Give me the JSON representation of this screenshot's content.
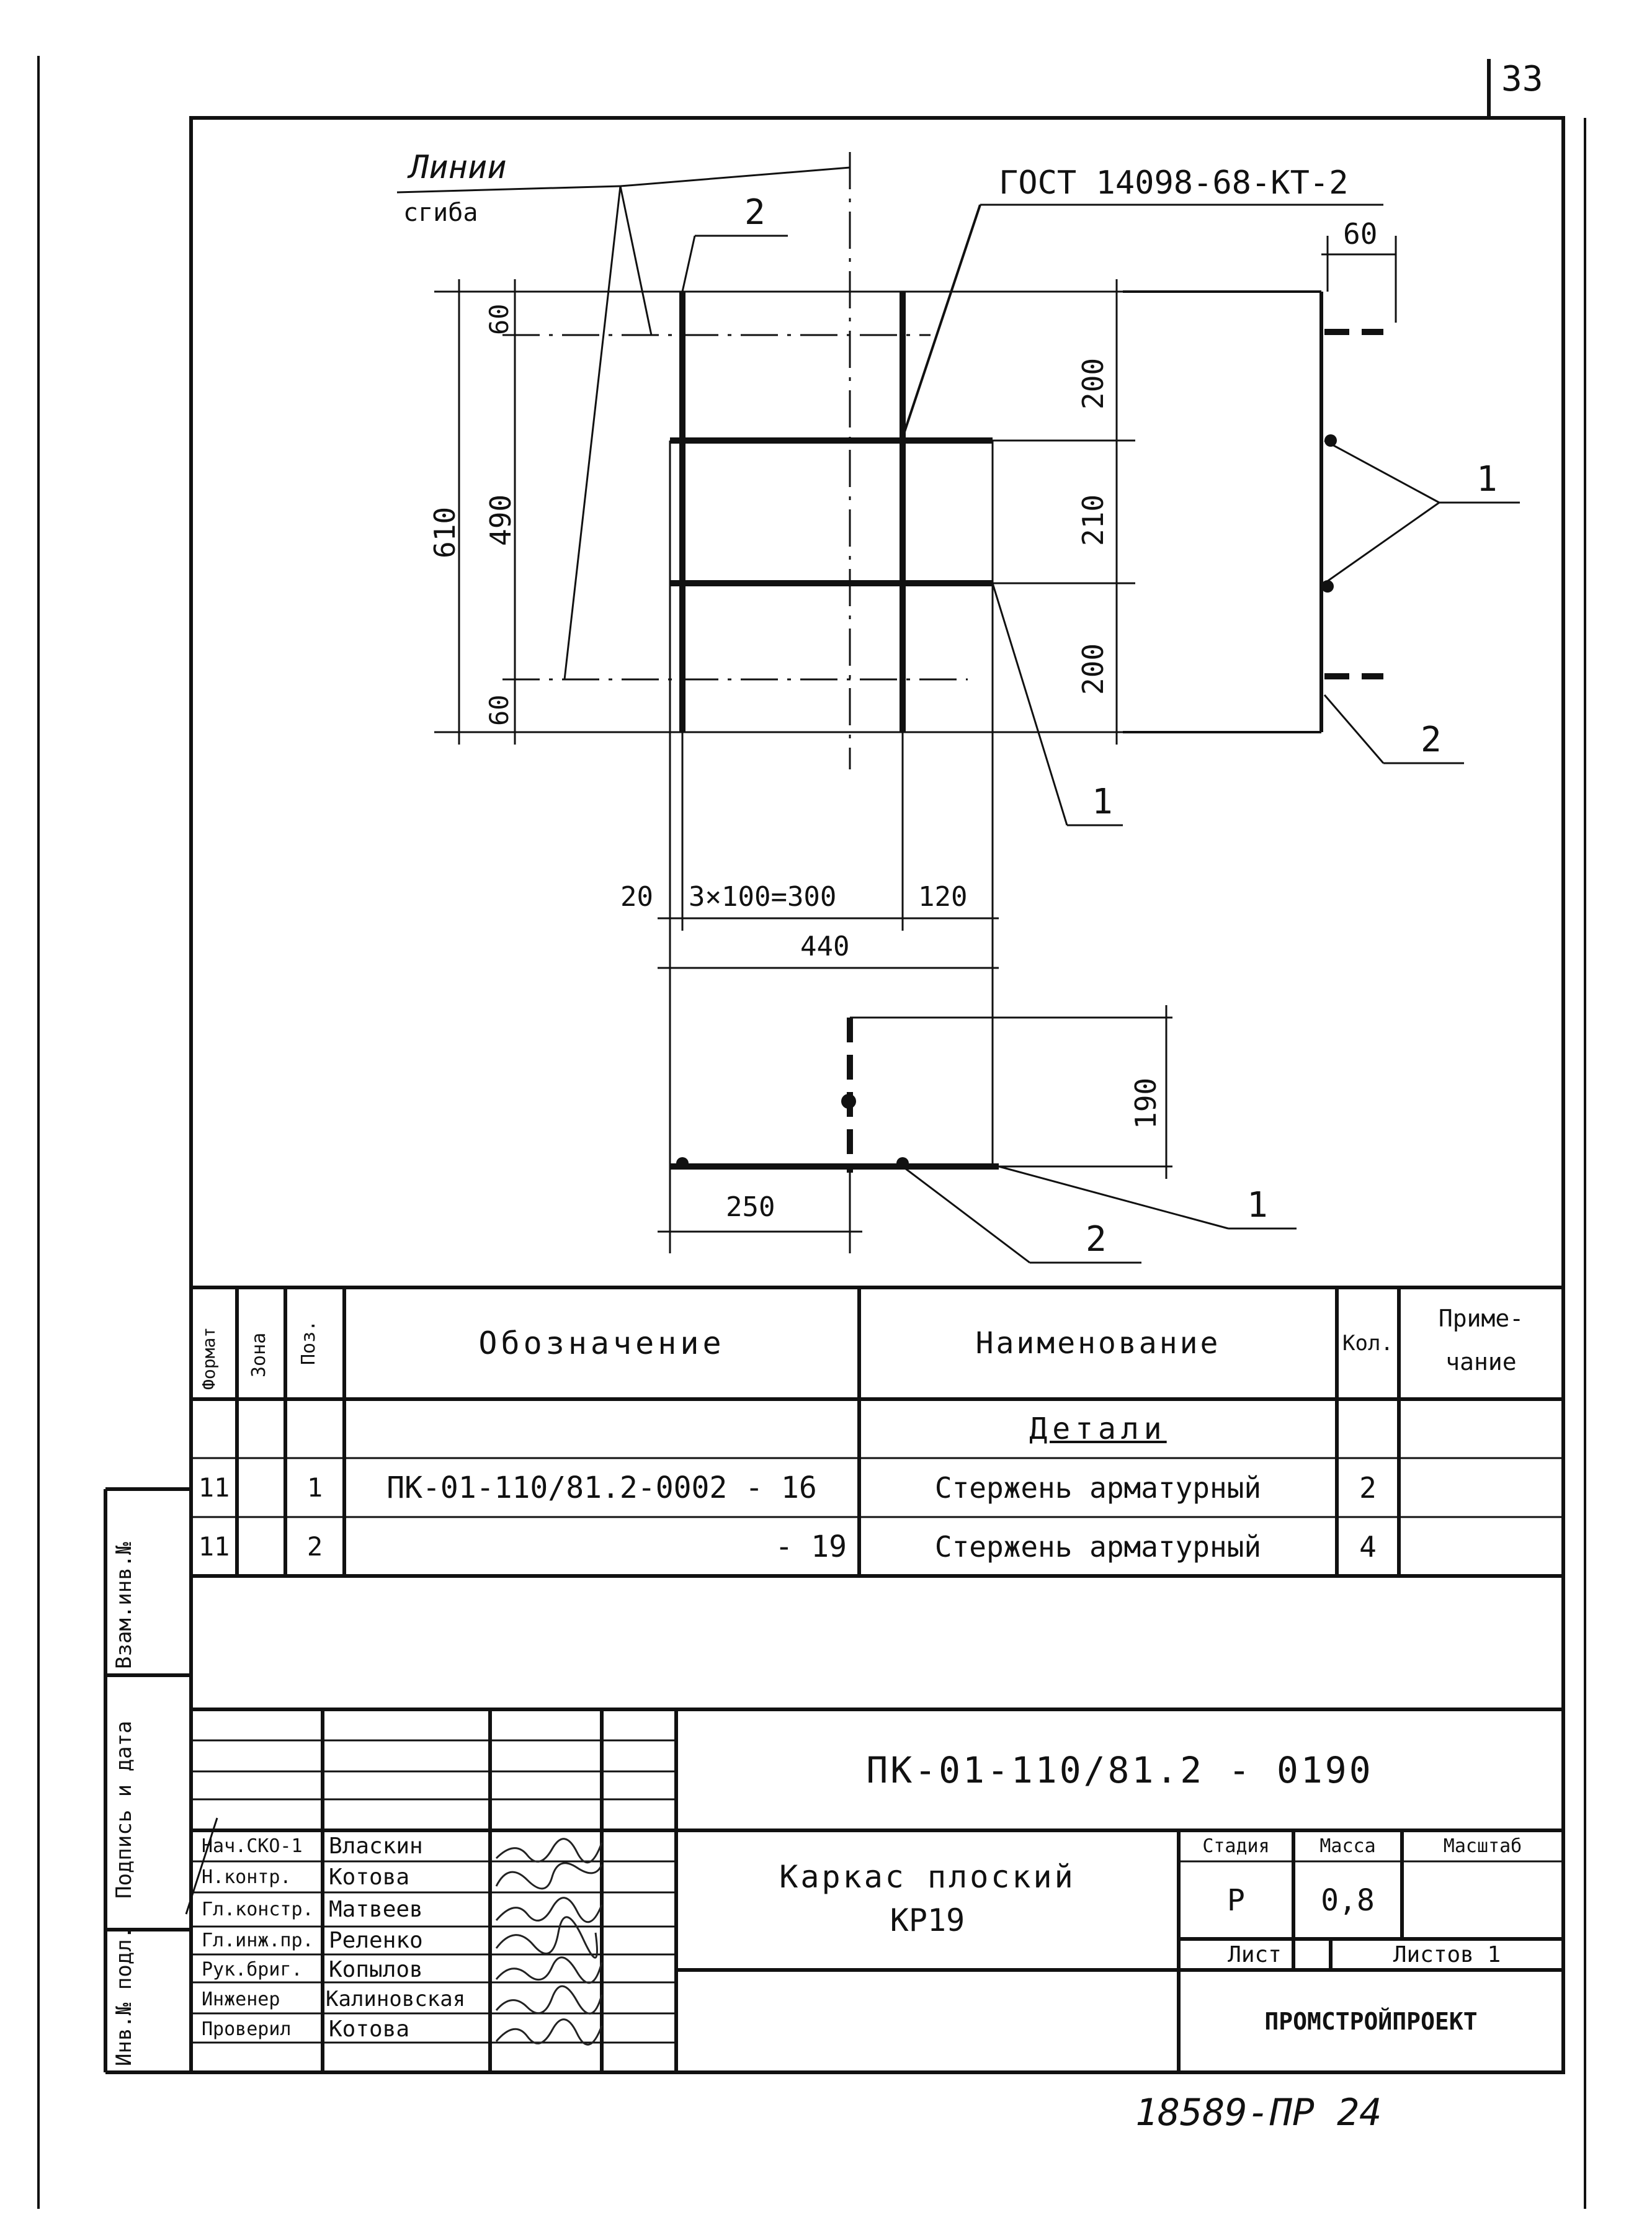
{
  "page_number": "33",
  "drawing": {
    "bend_lines_label_1": "Линии",
    "bend_lines_label_2": "сгиба",
    "gost_label": "ГОСТ 14098-68-КТ-2",
    "dims": {
      "d60_top_right": "60",
      "d200_a": "200",
      "d210": "210",
      "d200_b": "200",
      "d610": "610",
      "d490": "490",
      "d60_left_top": "60",
      "d60_left_bottom": "60",
      "d20": "20",
      "d300": "3×100=300",
      "d120": "120",
      "d440": "440",
      "d190": "190",
      "d250": "250"
    },
    "callouts": {
      "c2_top": "2",
      "c1_right": "1",
      "c2_right": "2",
      "c1_mid": "1",
      "c1_bottom": "1",
      "c2_bottom": "2"
    }
  },
  "spec_table": {
    "headers": {
      "format": "Формат",
      "zone": "Зона",
      "pos": "Поз.",
      "designation": "Обозначение",
      "name": "Наименование",
      "qty": "Кол.",
      "note_1": "Приме-",
      "note_2": "чание"
    },
    "section_title": "Детали",
    "rows": [
      {
        "format": "11",
        "zone": "",
        "pos": "1",
        "designation": "ПК-01-110/81.2-0002 - 16",
        "name": "Стержень арматурный",
        "qty": "2",
        "note": ""
      },
      {
        "format": "11",
        "zone": "",
        "pos": "2",
        "designation": "- 19",
        "name": "Стержень арматурный",
        "qty": "4",
        "note": ""
      }
    ]
  },
  "left_margin": {
    "vzam": "Взам.инв.№",
    "podpis": "Подпись и дата",
    "inv": "Инв.№ подл."
  },
  "title_block": {
    "doc_code": "ПК-01-110/81.2 - 0190",
    "title_1": "Каркас плоский",
    "title_2": "КР19",
    "stage_label": "Стадия",
    "mass_label": "Масса",
    "scale_label": "Масштаб",
    "stage_value": "Р",
    "mass_value": "0,8",
    "sheet_label": "Лист",
    "sheets_label": "Листов 1",
    "org": "ПРОМСТРОЙПРОЕКТ",
    "signers": [
      {
        "role": "Нач.СКО-1",
        "name": "Власкин"
      },
      {
        "role": "Н.контр.",
        "name": "Котова"
      },
      {
        "role": "Гл.констр.",
        "name": "Матвеев"
      },
      {
        "role": "Гл.инж.пр.",
        "name": "Реленко"
      },
      {
        "role": "Рук.бриг.",
        "name": "Копылов"
      },
      {
        "role": "Инженер",
        "name": "Калиновская"
      },
      {
        "role": "Проверил",
        "name": "Котова"
      }
    ]
  },
  "bottom_code": "18589-ПР 24"
}
